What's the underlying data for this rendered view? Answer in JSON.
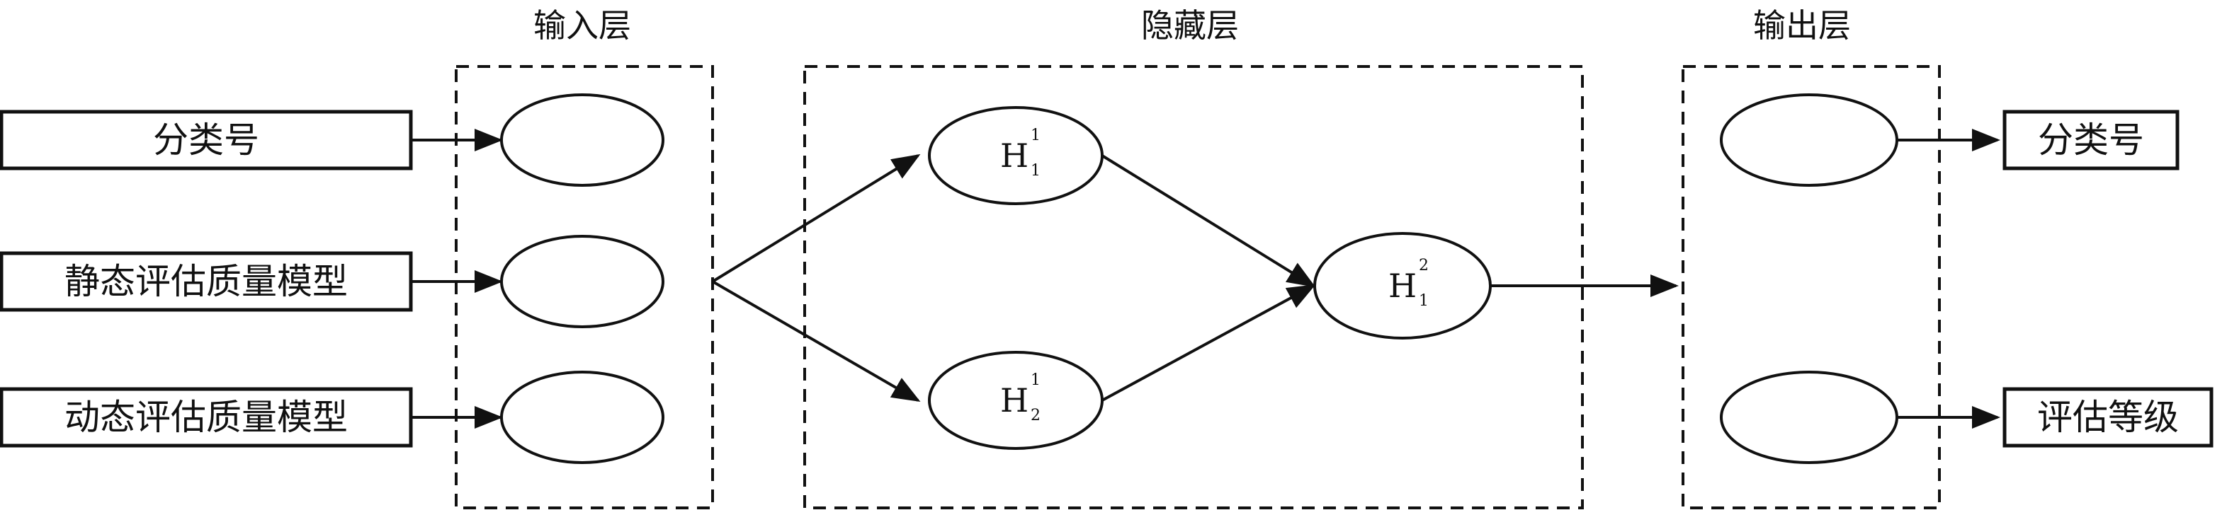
{
  "layers": {
    "input_title": "输入层",
    "hidden_title": "隐藏层",
    "output_title": "输出层"
  },
  "inputs": [
    "分类号",
    "静态评估质量模型",
    "动态评估质量模型"
  ],
  "outputs": [
    "分类号",
    "评估等级"
  ],
  "hidden_nodes": {
    "h1_1": {
      "base": "H",
      "sup": "1",
      "sub": "1"
    },
    "h1_2": {
      "base": "H",
      "sup": "1",
      "sub": "2"
    },
    "h2_1": {
      "base": "H",
      "sup": "2",
      "sub": "1"
    }
  }
}
